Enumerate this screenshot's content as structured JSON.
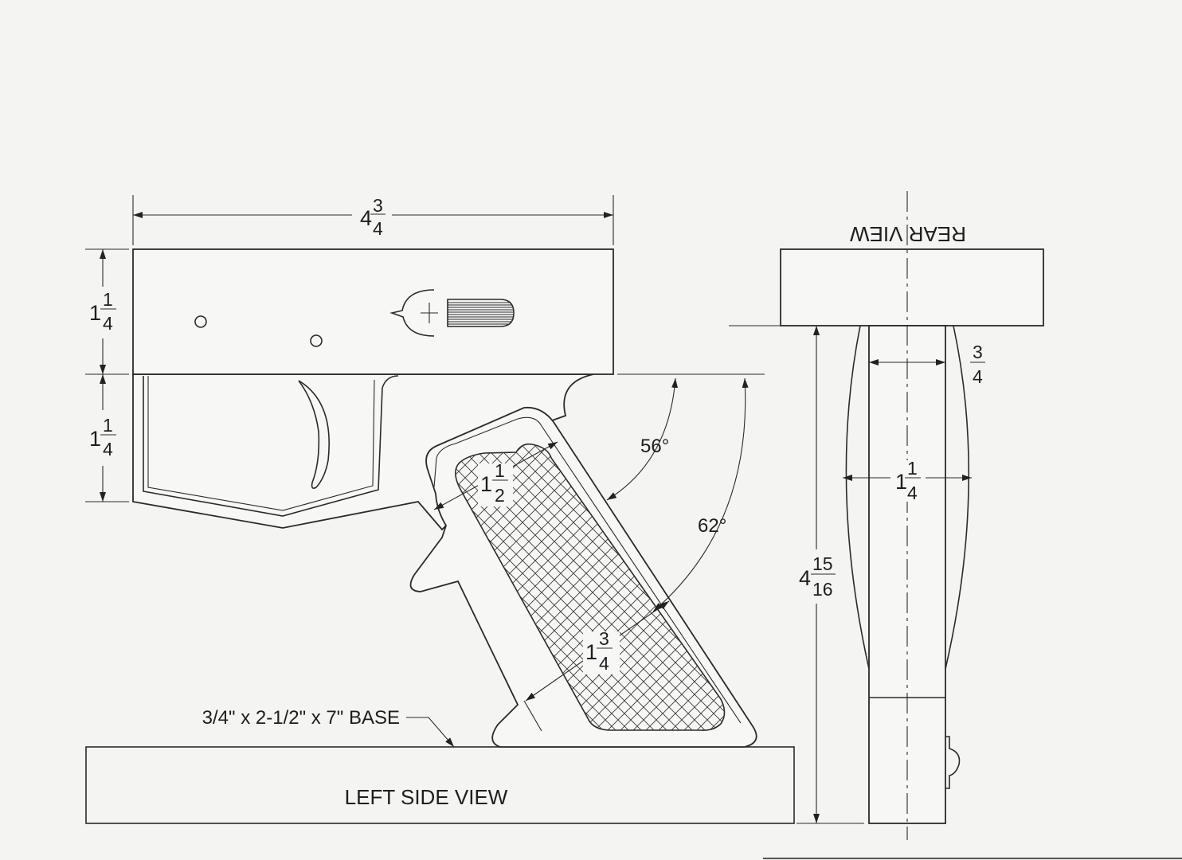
{
  "views": {
    "side": "LEFT SIDE VIEW",
    "rear": "REAR VIEW"
  },
  "base_note": "3/4\" x 2-1/2\" x 7\" BASE",
  "dimensions": {
    "receiver_length": {
      "whole": "4",
      "num": "3",
      "den": "4"
    },
    "receiver_height": {
      "whole": "1",
      "num": "1",
      "den": "4"
    },
    "trigger_guard_height": {
      "whole": "1",
      "num": "1",
      "den": "4"
    },
    "grip_top_width": {
      "whole": "1",
      "num": "1",
      "den": "2"
    },
    "grip_bottom_width": {
      "whole": "1",
      "num": "3",
      "den": "4"
    },
    "grip_angle_front": "56°",
    "grip_angle_rear": "62°",
    "rear_grip_thickness": {
      "whole": "",
      "num": "3",
      "den": "4"
    },
    "rear_grip_width": {
      "whole": "1",
      "num": "1",
      "den": "4"
    },
    "overall_height": {
      "whole": "4",
      "num": "15",
      "den": "16"
    }
  }
}
